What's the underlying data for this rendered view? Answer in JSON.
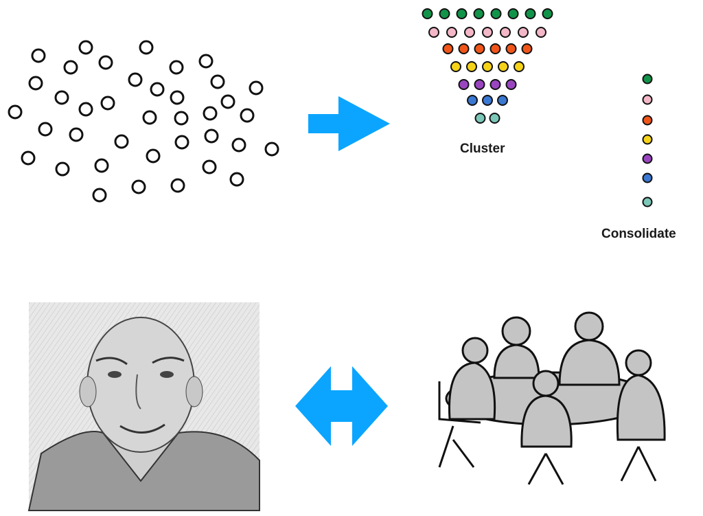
{
  "labels": {
    "cluster": "Cluster",
    "consolidate": "Consolidate"
  },
  "colors": {
    "arrow": "#0ba5ff",
    "groups": [
      "#12934a",
      "#f3b7c8",
      "#f0561a",
      "#f5d318",
      "#9a45c0",
      "#3a78d2",
      "#7cc8b8"
    ]
  },
  "cluster_rows": [
    8,
    7,
    6,
    5,
    4,
    3,
    2
  ],
  "icons": {
    "scattered_ideas": "circles-icon",
    "right_arrow": "arrow-right-icon",
    "double_arrow": "double-arrow-icon",
    "portrait": "person-portrait",
    "meeting": "group-meeting-icon"
  }
}
